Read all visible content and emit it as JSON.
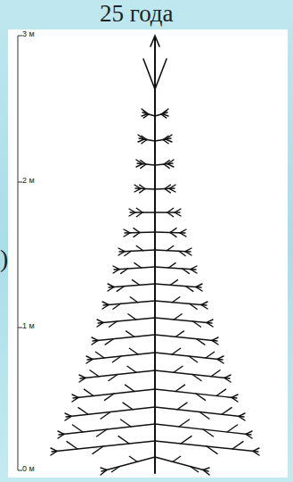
{
  "diagram": {
    "labels": [
      "25 года",
      ")",
      "3 м",
      "2 м",
      "1 м",
      "0 м"
    ]
  }
}
